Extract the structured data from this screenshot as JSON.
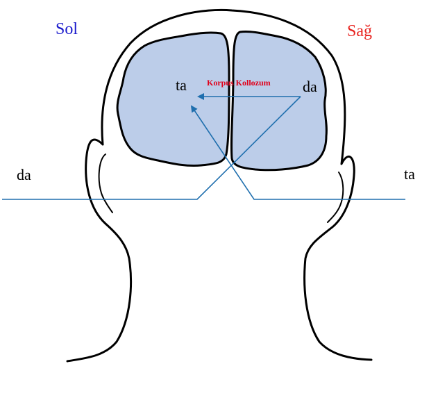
{
  "labels": {
    "left_side": "Sol",
    "right_side": "Sağ",
    "corpus_callosum": "Korpus Kollozum",
    "left_ear_sound": "da",
    "right_ear_sound": "ta",
    "left_hemisphere_sound": "ta",
    "right_hemisphere_sound": "da"
  },
  "colors": {
    "left_side": "#1a1acc",
    "right_side": "#e8231f",
    "corpus_callosum": "#e0001a",
    "pathway": "#1f6fae",
    "hemisphere_fill": "#bccde9",
    "outline": "#000000"
  }
}
